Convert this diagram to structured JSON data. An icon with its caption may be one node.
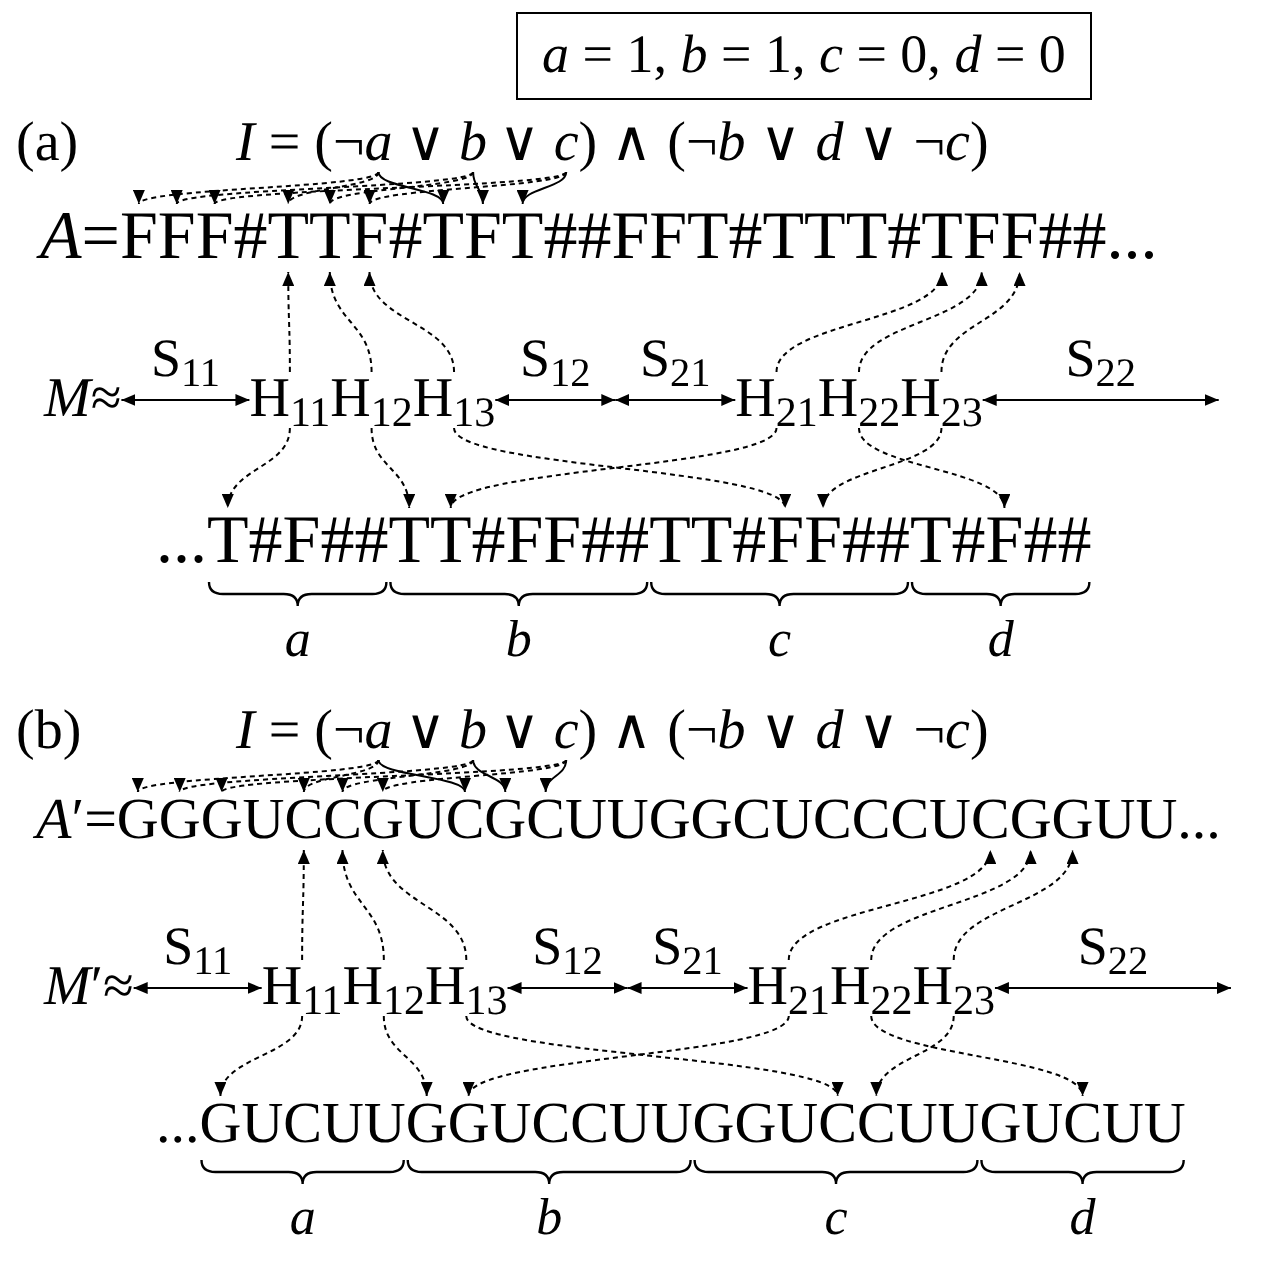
{
  "diagram": {
    "nodes": [
      {
        "text": [
          "*a* = 1, *b* = 1, *c* = 0, *d* = 0"
        ]
      },
      {
        "text": [
          "a"
        ]
      },
      {
        "text": [
          "b"
        ]
      },
      {
        "text": [
          "c"
        ]
      },
      {
        "text": [
          "F"
        ]
      },
      {
        "text": [
          "F"
        ]
      },
      {
        "text": [
          "F"
        ]
      },
      {
        "text": [
          "T"
        ]
      },
      {
        "text": [
          "T"
        ]
      },
      {
        "text": [
          "F"
        ]
      },
      {
        "text": [
          "T"
        ]
      },
      {
        "text": [
          "F"
        ]
      },
      {
        "text": [
          "T"
        ]
      },
      {
        "text": [
          "T"
        ]
      },
      {
        "text": [
          "F"
        ]
      },
      {
        "text": [
          "F"
        ]
      },
      {
        "text": [
          "*M*≈"
        ]
      },
      {
        "text": [
          "H$_{11}$"
        ]
      },
      {
        "text": [
          "H$_{12}$"
        ]
      },
      {
        "text": [
          "H$_{13}$"
        ]
      },
      {
        "text": [
          "H$_{21}$"
        ]
      },
      {
        "text": [
          "H$_{22}$"
        ]
      },
      {
        "text": [
          "H$_{23}$"
        ]
      },
      {
        "text": [
          "T"
        ]
      },
      {
        "text": [
          "T"
        ]
      },
      {
        "text": [
          "T"
        ]
      },
      {
        "text": [
          "F"
        ]
      },
      {
        "text": [
          "F"
        ]
      },
      {
        "text": [
          "F"
        ]
      },
      {
        "text": [
          "a"
        ]
      },
      {
        "text": [
          "b"
        ]
      },
      {
        "text": [
          "c"
        ]
      },
      {
        "text": [
          "G"
        ]
      },
      {
        "text": [
          "G"
        ]
      },
      {
        "text": [
          "G"
        ]
      },
      {
        "text": [
          "C"
        ]
      },
      {
        "text": [
          "C"
        ]
      },
      {
        "text": [
          "G"
        ]
      },
      {
        "text": [
          "C"
        ]
      },
      {
        "text": [
          "G"
        ]
      },
      {
        "text": [
          "C"
        ]
      },
      {
        "text": [
          "C"
        ]
      },
      {
        "text": [
          "G"
        ]
      },
      {
        "text": [
          "G"
        ]
      },
      {
        "text": [
          "*M*′≈"
        ]
      },
      {
        "text": [
          "H$_{11}$"
        ]
      },
      {
        "text": [
          "H$_{12}$"
        ]
      },
      {
        "text": [
          "H$_{13}$"
        ]
      },
      {
        "text": [
          "H$_{21}$"
        ]
      },
      {
        "text": [
          "H$_{22}$"
        ]
      },
      {
        "text": [
          "H$_{23}$"
        ]
      },
      {
        "text": [
          "G"
        ]
      },
      {
        "text": [
          "G"
        ]
      },
      {
        "text": [
          "G"
        ]
      },
      {
        "text": [
          "C"
        ]
      },
      {
        "text": [
          "C"
        ]
      },
      {
        "text": [
          "C"
        ]
      }
    ],
    "edges": [
      {
        "from": 1,
        "to": 4,
        "arrow": "to",
        "style": "dashed"
      },
      {
        "from": 2,
        "to": 5,
        "arrow": "to",
        "style": "dashed"
      },
      {
        "from": 3,
        "to": 6,
        "arrow": "to",
        "style": "dashed"
      },
      {
        "from": 1,
        "to": 7,
        "arrow": "to",
        "style": "dashed"
      },
      {
        "from": 2,
        "to": 8,
        "arrow": "to",
        "style": "dashed"
      },
      {
        "from": 3,
        "to": 9,
        "arrow": "to",
        "style": "dashed"
      },
      {
        "from": 1,
        "to": 10,
        "arrow": "to"
      },
      {
        "from": 2,
        "to": 11,
        "arrow": "to"
      },
      {
        "from": 3,
        "to": 12,
        "arrow": "to"
      },
      {
        "from": 17,
        "to": 7,
        "arrow": "to",
        "style": "dashed"
      },
      {
        "from": 18,
        "to": 8,
        "arrow": "to",
        "style": "dashed"
      },
      {
        "from": 19,
        "to": 9,
        "arrow": "to",
        "style": "dashed"
      },
      {
        "from": 20,
        "to": 13,
        "arrow": "to",
        "style": "dashed"
      },
      {
        "from": 21,
        "to": 14,
        "arrow": "to",
        "style": "dashed"
      },
      {
        "from": 22,
        "to": 15,
        "arrow": "to",
        "style": "dashed"
      },
      {
        "from": 17,
        "to": 23,
        "arrow": "to",
        "style": "dashed"
      },
      {
        "from": 18,
        "to": 24,
        "arrow": "to",
        "style": "dashed"
      },
      {
        "from": 19,
        "to": 26,
        "arrow": "to",
        "style": "dashed"
      },
      {
        "from": 20,
        "to": 25,
        "arrow": "to",
        "style": "dashed"
      },
      {
        "from": 21,
        "to": 28,
        "arrow": "to",
        "style": "dashed"
      },
      {
        "from": 22,
        "to": 27,
        "arrow": "to",
        "style": "dashed"
      },
      {
        "from": 16,
        "to": 17,
        "arrow": "both",
        "label": "S$_{11}$"
      },
      {
        "from": 19,
        "to": null,
        "arrow": "both",
        "label": "S$_{12}$"
      },
      {
        "from": null,
        "to": 20,
        "arrow": "both",
        "label": "S$_{21}$"
      },
      {
        "from": 22,
        "to": null,
        "arrow": "both",
        "label": "S$_{22}$"
      },
      {
        "from": 29,
        "to": 32,
        "arrow": "to",
        "style": "dashed"
      },
      {
        "from": 30,
        "to": 33,
        "arrow": "to",
        "style": "dashed"
      },
      {
        "from": 31,
        "to": 34,
        "arrow": "to",
        "style": "dashed"
      },
      {
        "from": 29,
        "to": 35,
        "arrow": "to",
        "style": "dashed"
      },
      {
        "from": 30,
        "to": 36,
        "arrow": "to",
        "style": "dashed"
      },
      {
        "from": 31,
        "to": 37,
        "arrow": "to",
        "style": "dashed"
      },
      {
        "from": 29,
        "to": 38,
        "arrow": "to"
      },
      {
        "from": 30,
        "to": 39,
        "arrow": "to"
      },
      {
        "from": 31,
        "to": 40,
        "arrow": "to"
      },
      {
        "from": 45,
        "to": 35,
        "arrow": "to",
        "style": "dashed"
      },
      {
        "from": 46,
        "to": 36,
        "arrow": "to",
        "style": "dashed"
      },
      {
        "from": 47,
        "to": 37,
        "arrow": "to",
        "style": "dashed"
      },
      {
        "from": 48,
        "to": 41,
        "arrow": "to",
        "style": "dashed"
      },
      {
        "from": 49,
        "to": 42,
        "arrow": "to",
        "style": "dashed"
      },
      {
        "from": 50,
        "to": 43,
        "arrow": "to",
        "style": "dashed"
      },
      {
        "from": 45,
        "to": 51,
        "arrow": "to",
        "style": "dashed"
      },
      {
        "from": 46,
        "to": 52,
        "arrow": "to",
        "style": "dashed"
      },
      {
        "from": 47,
        "to": 54,
        "arrow": "to",
        "style": "dashed"
      },
      {
        "from": 48,
        "to": 53,
        "arrow": "to",
        "style": "dashed"
      },
      {
        "from": 49,
        "to": 56,
        "arrow": "to",
        "style": "dashed"
      },
      {
        "from": 50,
        "to": 55,
        "arrow": "to",
        "style": "dashed"
      },
      {
        "from": 44,
        "to": 45,
        "arrow": "both",
        "label": "S$_{11}$"
      },
      {
        "from": 47,
        "to": null,
        "arrow": "both",
        "label": "S$_{12}$"
      },
      {
        "from": null,
        "to": 48,
        "arrow": "both",
        "label": "S$_{21}$"
      },
      {
        "from": 50,
        "to": null,
        "arrow": "both",
        "label": "S$_{22}$"
      }
    ],
    "labels": [
      "(a)",
      "*I* = (¬",
      "∨",
      "∨",
      ") ∧ (¬*b* ∨ *d* ∨ ¬*c*)",
      "*A*=",
      "#",
      "#",
      "##FFT#TTT#",
      "##...",
      "...",
      "#F##",
      "#FF##",
      "TT#",
      "##",
      "T#",
      "##",
      "*a*",
      "*b*",
      "*c*",
      "*d*",
      "(b)",
      "*I* = (¬",
      "∨",
      "∨",
      ") ∧ (¬*b* ∨ *d* ∨ ¬*c*)",
      "*A*′=",
      "U",
      "U",
      "UUGGCUCCCU",
      "UU...",
      "...",
      "UCUU",
      "UCCUU",
      "GGU",
      "UU",
      "GU",
      "UU",
      "*a*",
      "*b*",
      "*c*",
      "*d*"
    ]
  }
}
